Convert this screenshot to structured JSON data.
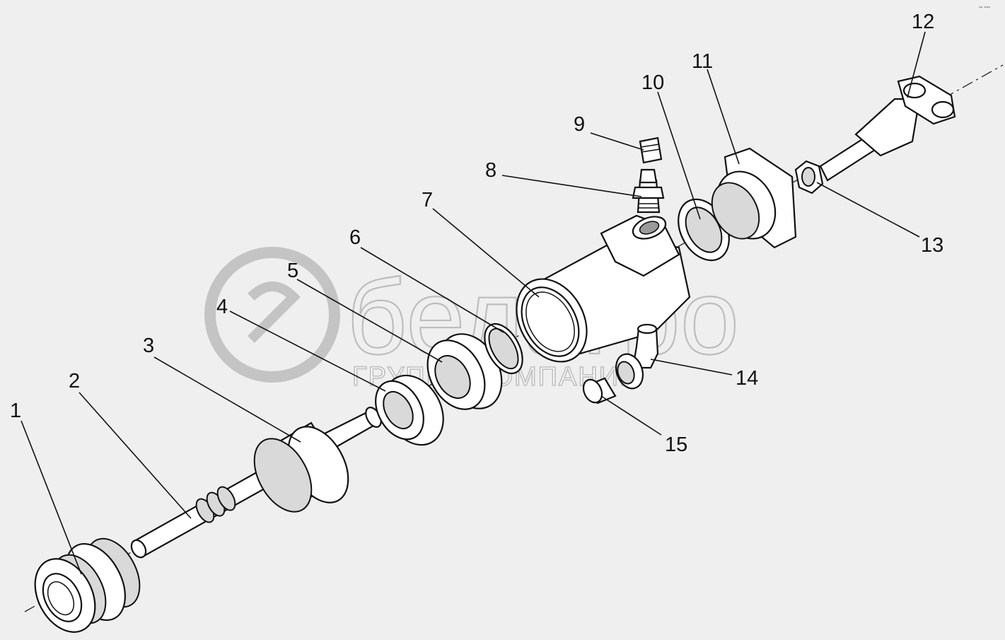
{
  "diagram": {
    "background": "#efefef",
    "watermark": {
      "brand": "белагро",
      "subtitle": "ГРУППА КОМПАНИЙ"
    },
    "corner_mark": "°° °°°",
    "callouts": [
      {
        "id": "1",
        "text": "1"
      },
      {
        "id": "2",
        "text": "2"
      },
      {
        "id": "3",
        "text": "3"
      },
      {
        "id": "4",
        "text": "4"
      },
      {
        "id": "5",
        "text": "5"
      },
      {
        "id": "6",
        "text": "6"
      },
      {
        "id": "7",
        "text": "7"
      },
      {
        "id": "8",
        "text": "8"
      },
      {
        "id": "9",
        "text": "9"
      },
      {
        "id": "10",
        "text": "10"
      },
      {
        "id": "11",
        "text": "11"
      },
      {
        "id": "12",
        "text": "12"
      },
      {
        "id": "13",
        "text": "13"
      },
      {
        "id": "14",
        "text": "14"
      },
      {
        "id": "15",
        "text": "15"
      }
    ]
  }
}
